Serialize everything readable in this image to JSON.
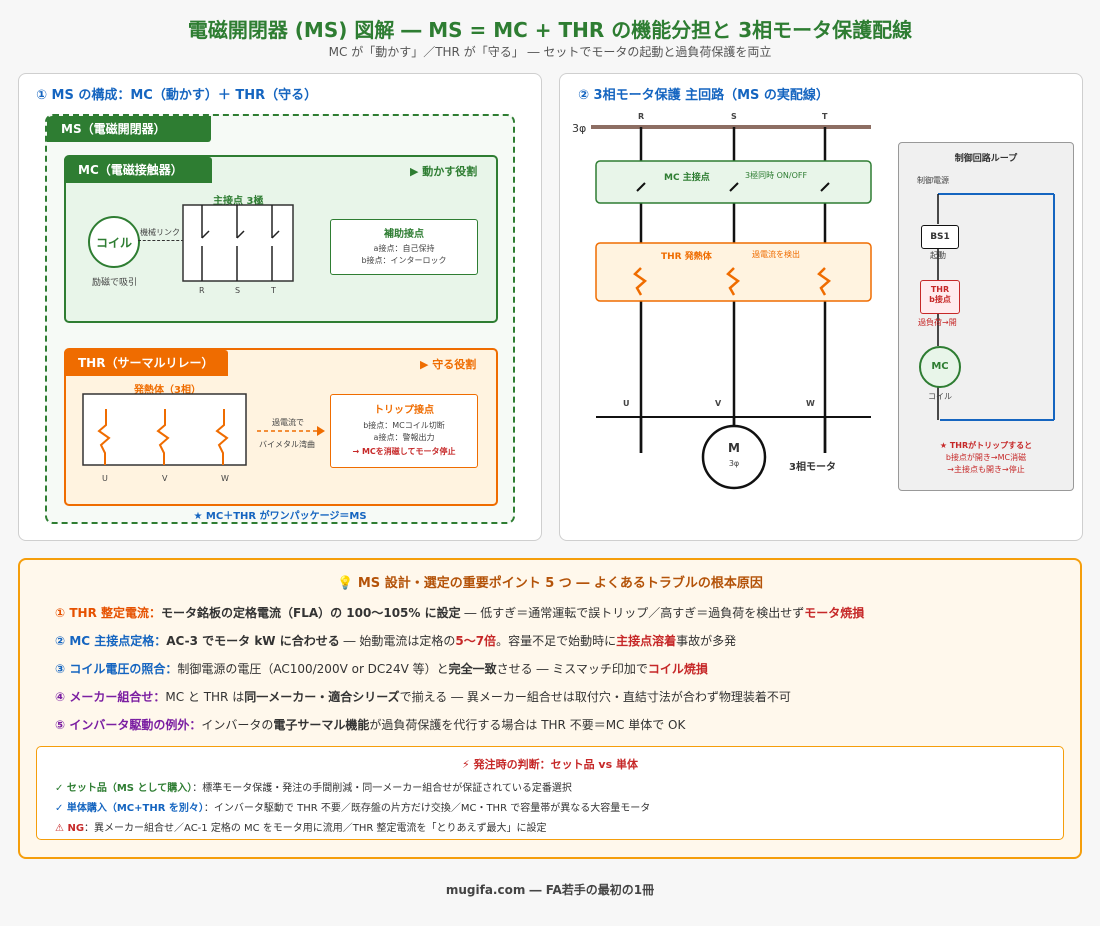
{
  "header": {
    "title": "電磁開閉器 (MS) 図解 ― MS = MC + THR の機能分担と 3相モータ保護配線",
    "subtitle": "MC が「動かす」／THR が「守る」 ― セットでモータの起動と過負荷保護を両立"
  },
  "left_panel": {
    "title": "① MS の構成：MC（動かす）＋ THR（守る）",
    "ms_label": "MS（電磁開閉器）",
    "mc": {
      "label": "MC（電磁接触器）",
      "role": "▶ 動かす役割",
      "coil": "コイル",
      "coil_note": "励磁で吸引",
      "link": "機械リンク",
      "main_contacts": "主接点 3極",
      "phases": [
        "R",
        "S",
        "T"
      ],
      "aux_title": "補助接点",
      "aux_a": "a接点：自己保持",
      "aux_b": "b接点：インターロック"
    },
    "thr": {
      "label": "THR（サーマルリレー）",
      "role": "▶ 守る役割",
      "heater_title": "発熱体（3相）",
      "phases": [
        "U",
        "V",
        "W"
      ],
      "arrow_top": "過電流で",
      "arrow_bottom": "バイメタル湾曲",
      "trip_title": "トリップ接点",
      "trip_b": "b接点：MCコイル切断",
      "trip_a": "a接点：警報出力",
      "trip_result": "→ MCを消磁してモータ停止"
    },
    "footer": "★ MC＋THR がワンパッケージ＝MS"
  },
  "right_panel": {
    "title": "② 3相モータ保護 主回路（MS の実配線）",
    "supply": "3φ",
    "lines": [
      "R",
      "S",
      "T"
    ],
    "mc_box": "MC 主接点",
    "mc_note": "3極同時 ON/OFF",
    "thr_box": "THR 発熱体",
    "thr_note": "過電流を検出",
    "outputs": [
      "U",
      "V",
      "W"
    ],
    "motor_m": "M",
    "motor_phase": "3φ",
    "motor_label": "3相モータ",
    "control": {
      "title": "制御回路ループ",
      "supply": "制御電源",
      "bs1": "BS1",
      "bs1_note": "起動",
      "thr_b_1": "THR",
      "thr_b_2": "b接点",
      "thr_note": "過負荷→開",
      "mc": "MC",
      "coil_note": "コイル",
      "trip_1": "★ THRがトリップすると",
      "trip_2": "b接点が開き→MC消磁",
      "trip_3": "→主接点も開き→停止"
    }
  },
  "points": {
    "title": "💡 MS 設計・選定の重要ポイント 5 つ ― よくあるトラブルの根本原因",
    "p1": {
      "head": "① THR 整定電流：",
      "b1": "モータ銘板の定格電流（FLA）の 100〜105% に設定",
      "t1": " ― 低すぎ＝通常運転で誤トリップ／高すぎ＝過負荷を検出せず",
      "r1": "モータ焼損"
    },
    "p2": {
      "head": "② MC 主接点定格：",
      "b1": "AC-3 でモータ kW に合わせる",
      "t1": " ― 始動電流は定格の",
      "r1": "5〜7倍",
      "t2": "。容量不足で始動時に",
      "r2": "主接点溶着",
      "t3": "事故が多発"
    },
    "p3": {
      "head": "③ コイル電圧の照合：",
      "t1": "制御電源の電圧（AC100/200V or DC24V 等）と",
      "b1": "完全一致",
      "t2": "させる ― ミスマッチ印加で",
      "r1": "コイル焼損"
    },
    "p4": {
      "head": "④ メーカー組合せ：",
      "t1": "MC と THR は",
      "b1": "同一メーカー・適合シリーズ",
      "t2": "で揃える ― 異メーカー組合せは取付穴・直結寸法が合わず物理装着不可"
    },
    "p5": {
      "head": "⑤ インバータ駆動の例外：",
      "t1": "インバータの",
      "b1": "電子サーマル機能",
      "t2": "が過負荷保護を代行する場合は THR 不要＝MC 単体で OK"
    },
    "order": {
      "title": "⚡ 発注時の判断：セット品 vs 単体",
      "set_head": "✓ セット品（MS として購入）",
      "set_text": "：標準モータ保護・発注の手間削減・同一メーカー組合せが保証されている定番選択",
      "single_head": "✓ 単体購入（MC+THR を別々）",
      "single_text": "：インバータ駆動で THR 不要／既存盤の片方だけ交換／MC・THR で容量帯が異なる大容量モータ",
      "ng_head": "⚠ NG",
      "ng_text": "：異メーカー組合せ／AC-1 定格の MC をモータ用に流用／THR 整定電流を「とりあえず最大」に設定"
    }
  },
  "footer": "mugifa.com ― FA若手の最初の1冊",
  "colors": {
    "green": "#2e7d32",
    "orange": "#ef6c00",
    "blue": "#1565c0",
    "red": "#c62828"
  }
}
